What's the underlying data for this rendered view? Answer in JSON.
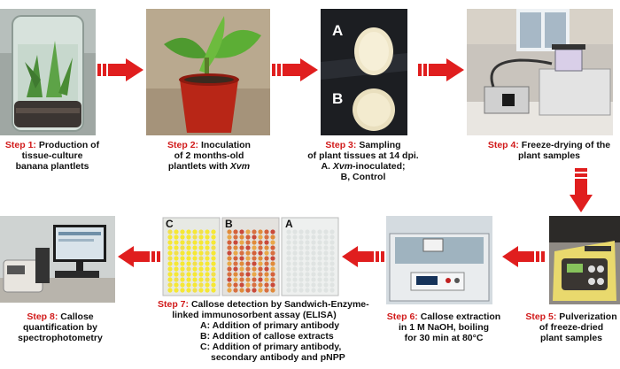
{
  "colors": {
    "step_label": "#d11a1a",
    "arrow": "#e01e1e",
    "text": "#111111"
  },
  "steps": [
    {
      "label": "Step 1:",
      "lines": [
        "Production of",
        "tissue-culture",
        "banana plantlets"
      ]
    },
    {
      "label": "Step 2:",
      "lines": [
        "Inoculation",
        "of 2 months-old",
        "plantlets with "
      ],
      "italic": "Xvm"
    },
    {
      "label": "Step 3:",
      "lines": [
        "Sampling",
        "of plant tissues at 14 dpi."
      ],
      "sub_a_italic": "Xvm",
      "sub_a": "-inoculated;",
      "sub_a_prefix": "A. ",
      "sub_b": "B, Control"
    },
    {
      "label": "Step 4:",
      "lines": [
        "Freeze-drying of  the",
        "plant samples"
      ]
    },
    {
      "label": "Step 5:",
      "lines": [
        "Pulverization",
        "of freeze-dried",
        "plant samples"
      ]
    },
    {
      "label": "Step 6:",
      "lines": [
        "Callose extraction",
        "in 1 M NaOH, boiling",
        "for 30 min at 80°C"
      ]
    },
    {
      "label": "Step 7:",
      "lines": [
        "Callose detection by Sandwich-Enzyme-",
        "linked immunosorbent assay (ELISA)"
      ],
      "sub": [
        "A: Addition of primary antibody",
        "B: Addition of callose extracts",
        "C: Addition of primary antibody,",
        "secondary antibody and pNPP"
      ]
    },
    {
      "label": "Step 8:",
      "lines": [
        "Callose",
        "quantification by",
        "spectrophotometry"
      ]
    }
  ],
  "photo_labels": {
    "tissue_a": "A",
    "tissue_b": "B",
    "plate_c": "C",
    "plate_b": "B",
    "plate_a": "A"
  },
  "icons": [
    "right-arrow-icon",
    "down-arrow-icon",
    "left-arrow-icon"
  ]
}
